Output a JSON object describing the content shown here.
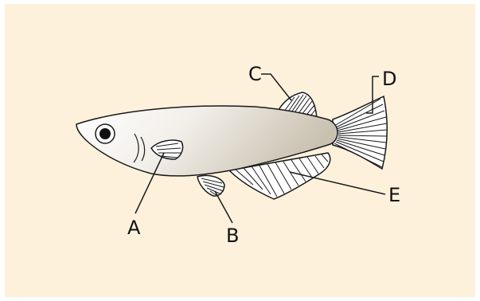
{
  "labels": {
    "a": "A",
    "b": "B",
    "c": "C",
    "d": "D",
    "e": "E"
  },
  "colors": {
    "background": "#fdf1dc",
    "body_light": "#ffffff",
    "body_dark": "#c9c1b0",
    "outline": "#1a1a1a"
  }
}
